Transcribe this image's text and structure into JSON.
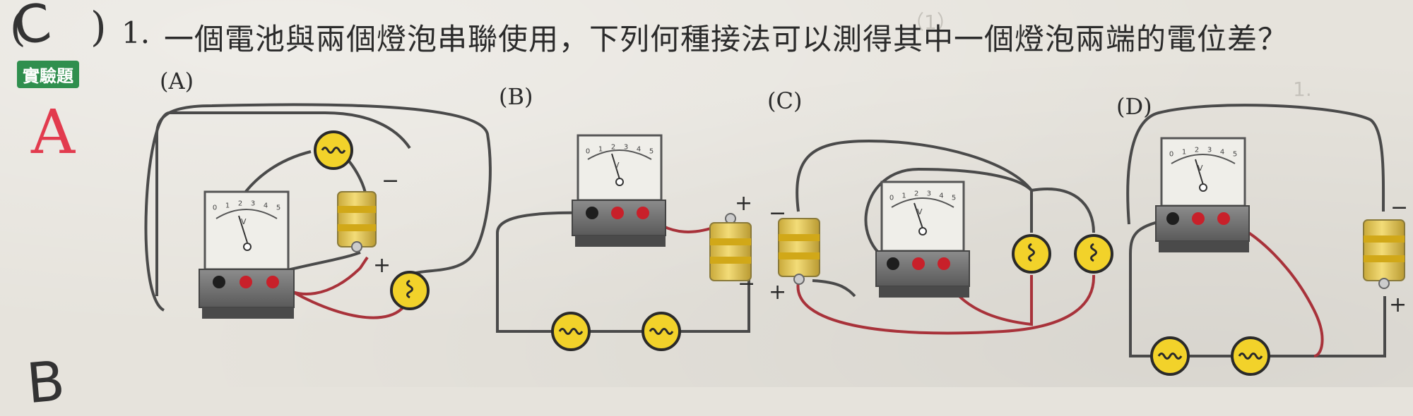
{
  "question": {
    "answer_mark": "C",
    "number": "1.",
    "text": "一個電池與兩個燈泡串聯使用，下列何種接法可以測得其中一個燈泡兩端的電位差？",
    "tag": "實驗題",
    "handwritten_note": "A",
    "next_mark": "B"
  },
  "options": [
    {
      "label": "(A)",
      "plus": "+",
      "minus": "−"
    },
    {
      "label": "(B)",
      "plus": "+",
      "minus": "−"
    },
    {
      "label": "(C)",
      "plus": "+",
      "minus": "−"
    },
    {
      "label": "(D)",
      "plus": "+",
      "minus": "−"
    }
  ],
  "meter": {
    "scale": [
      "0",
      "1",
      "2",
      "3",
      "4",
      "5"
    ],
    "unit": "V"
  },
  "colors": {
    "wire_gray": "#4a4a4a",
    "wire_red": "#a8323a",
    "bulb_yellow": "#f2d22a",
    "battery_yellow": "#e8cd55",
    "terminal_red": "#c8202a",
    "terminal_black": "#1e1e1e",
    "note_red": "#e23b4e",
    "tag_green": "#2f8f4e"
  }
}
